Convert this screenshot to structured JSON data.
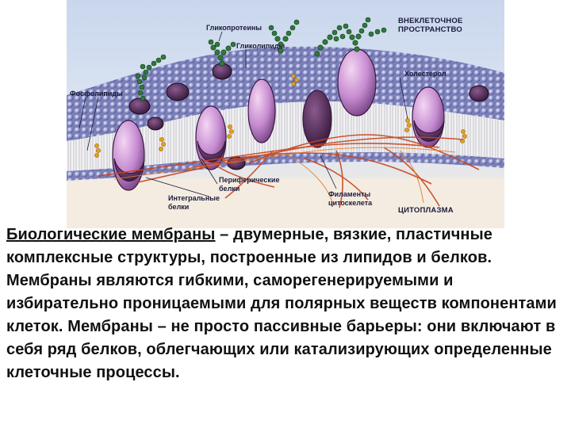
{
  "figure": {
    "labels": {
      "glycoproteins": "Гликопротеины",
      "glycolipids": "Гликолипиды",
      "extracellular": "ВНЕКЛЕТОЧНОЕ\nПРОСТРАНСТВО",
      "cholesterol": "Холестерол",
      "phospholipids": "Фосфолипиды",
      "peripheral_proteins": "Периферические\nбелки",
      "integral_proteins": "Интегральные\nбелки",
      "cytoskeleton_filaments": "Филаменты\nцитоскелета",
      "cytoplasm": "ЦИТОПЛАЗМА"
    }
  },
  "text": {
    "term": "Биологические мембраны",
    "body": " – двумерные, вязкие, пластичные комплексные структуры, построенные из липидов и белков. Мембраны являются гибкими, саморегенерируемыми и избирательно проницаемыми для полярных веществ компонентами клеток. Мембраны – не просто пассивные барьеры: они включают в себя ряд белков, облегчающих или катализирующих определенные клеточные процессы."
  }
}
